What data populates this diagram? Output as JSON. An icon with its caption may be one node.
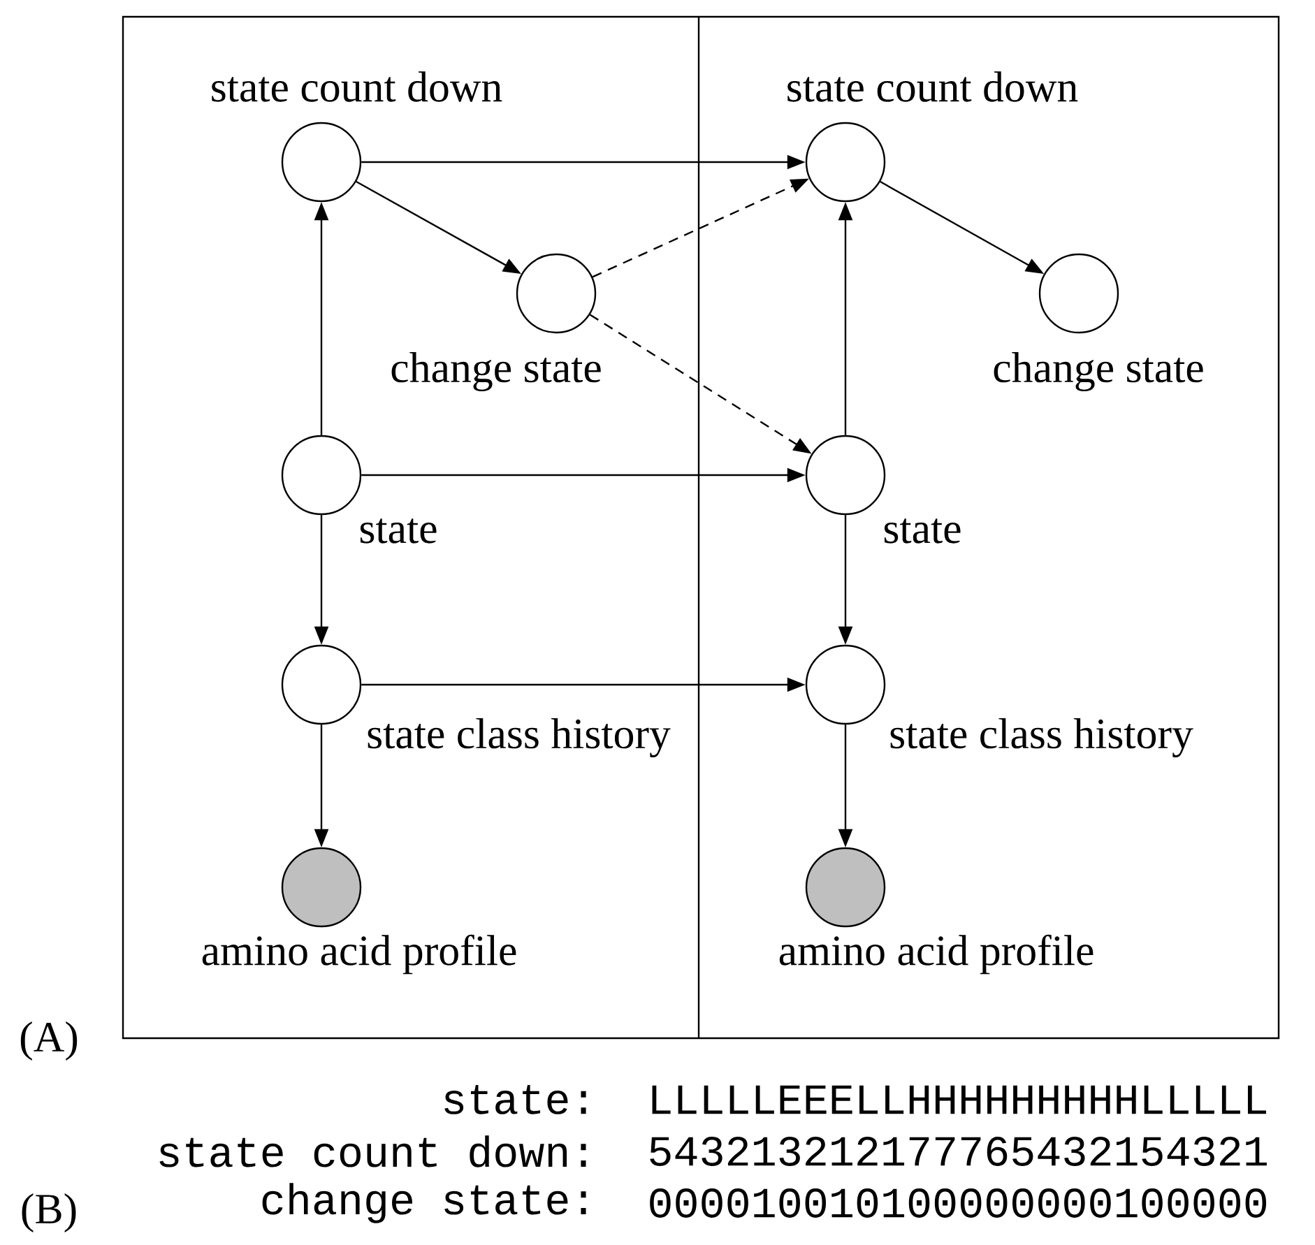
{
  "diagram": {
    "nodes": [
      {
        "text": [
          "state count down"
        ]
      },
      {
        "text": [
          "state count down"
        ]
      },
      {
        "text": [
          "change state"
        ]
      },
      {
        "text": [
          "change state"
        ]
      },
      {
        "text": [
          "state"
        ]
      },
      {
        "text": [
          "state"
        ]
      },
      {
        "text": [
          "state class history"
        ]
      },
      {
        "text": [
          "state class history"
        ]
      },
      {
        "text": [
          "amino acid profile"
        ]
      },
      {
        "text": [
          "amino acid profile"
        ]
      }
    ],
    "edges": [
      {
        "from": 0,
        "to": 1,
        "arrow": "to"
      },
      {
        "from": 0,
        "to": 2,
        "arrow": "to"
      },
      {
        "from": 4,
        "to": 0,
        "arrow": "to"
      },
      {
        "from": 4,
        "to": 5,
        "arrow": "to"
      },
      {
        "from": 4,
        "to": 6,
        "arrow": "to"
      },
      {
        "from": 6,
        "to": 7,
        "arrow": "to"
      },
      {
        "from": 6,
        "to": 8,
        "arrow": "to"
      },
      {
        "from": 2,
        "to": 1,
        "arrow": "to",
        "style": "dashed"
      },
      {
        "from": 2,
        "to": 5,
        "arrow": "to",
        "style": "dashed"
      },
      {
        "from": 1,
        "to": 3,
        "arrow": "to"
      },
      {
        "from": 5,
        "to": 1,
        "arrow": "to"
      },
      {
        "from": 5,
        "to": 7,
        "arrow": "to"
      },
      {
        "from": 7,
        "to": 9,
        "arrow": "to"
      }
    ],
    "labels": [
      "(A)",
      "state:",
      "LLLLLEEELLHHHHHHHHHLLLLL",
      "state count down:",
      "543213212177765432154321",
      "change state:",
      "000010010100000000100000",
      "(B)"
    ]
  }
}
